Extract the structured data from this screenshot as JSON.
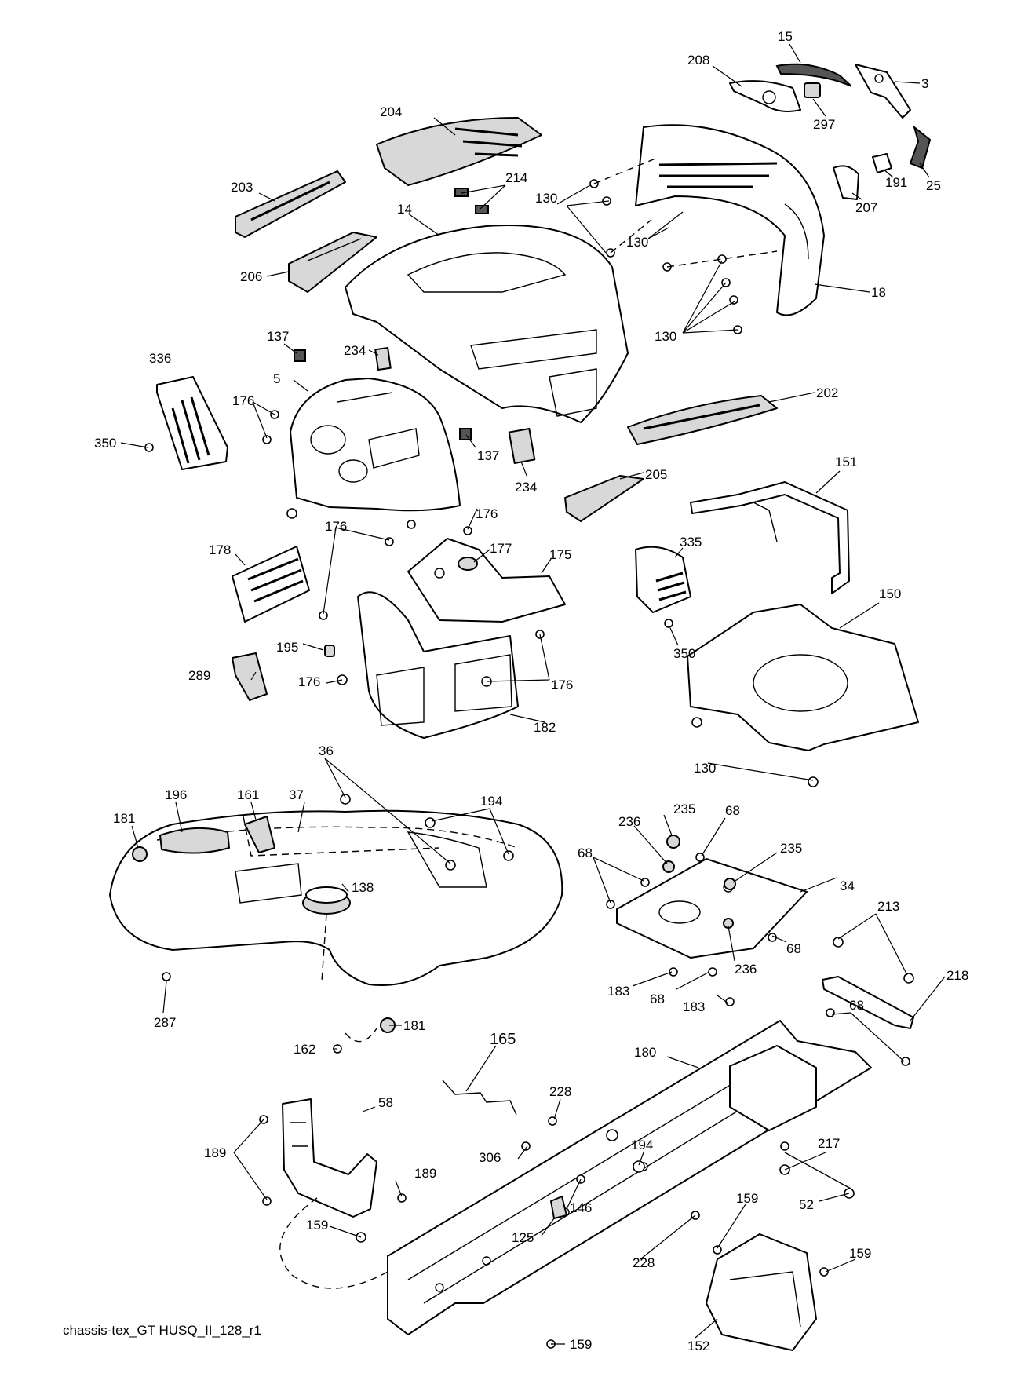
{
  "diagram": {
    "caption": "chassis-tex_GT HUSQ_II_128_r1",
    "labels": {
      "l15": "15",
      "l208": "208",
      "l3": "3",
      "l297": "297",
      "l204": "204",
      "l25": "25",
      "l214": "214",
      "l130a": "130",
      "l191": "191",
      "l203": "203",
      "l207": "207",
      "l14": "14",
      "l130b": "130",
      "l206": "206",
      "l18": "18",
      "l130c": "130",
      "l137a": "137",
      "l336": "336",
      "l234a": "234",
      "l5": "5",
      "l202": "202",
      "l176a": "176",
      "l350a": "350",
      "l137b": "137",
      "l151": "151",
      "l205": "205",
      "l234b": "234",
      "l176b": "176",
      "l176c": "176",
      "l178": "178",
      "l177": "177",
      "l175": "175",
      "l335": "335",
      "l150": "150",
      "l350b": "350",
      "l195": "195",
      "l289": "289",
      "l176d": "176",
      "l176e": "176",
      "l182": "182",
      "l130d": "130",
      "l36": "36",
      "l196": "196",
      "l161": "161",
      "l37": "37",
      "l194a": "194",
      "l181a": "181",
      "l235a": "235",
      "l68a": "68",
      "l236a": "236",
      "l68b": "68",
      "l235b": "235",
      "l34": "34",
      "l138": "138",
      "l213": "213",
      "l68c": "68",
      "l236b": "236",
      "l218": "218",
      "l287": "287",
      "l183a": "183",
      "l68d": "68",
      "l183b": "183",
      "l68e": "68",
      "l181b": "181",
      "l162": "162",
      "l165": "165",
      "l180": "180",
      "l228a": "228",
      "l58": "58",
      "l217": "217",
      "l189a": "189",
      "l306": "306",
      "l194b": "194",
      "l189b": "189",
      "l146": "146",
      "l52": "52",
      "l159a": "159",
      "l125": "125",
      "l228b": "228",
      "l159b": "159",
      "l159c": "159",
      "l159d": "159",
      "l152": "152"
    }
  }
}
